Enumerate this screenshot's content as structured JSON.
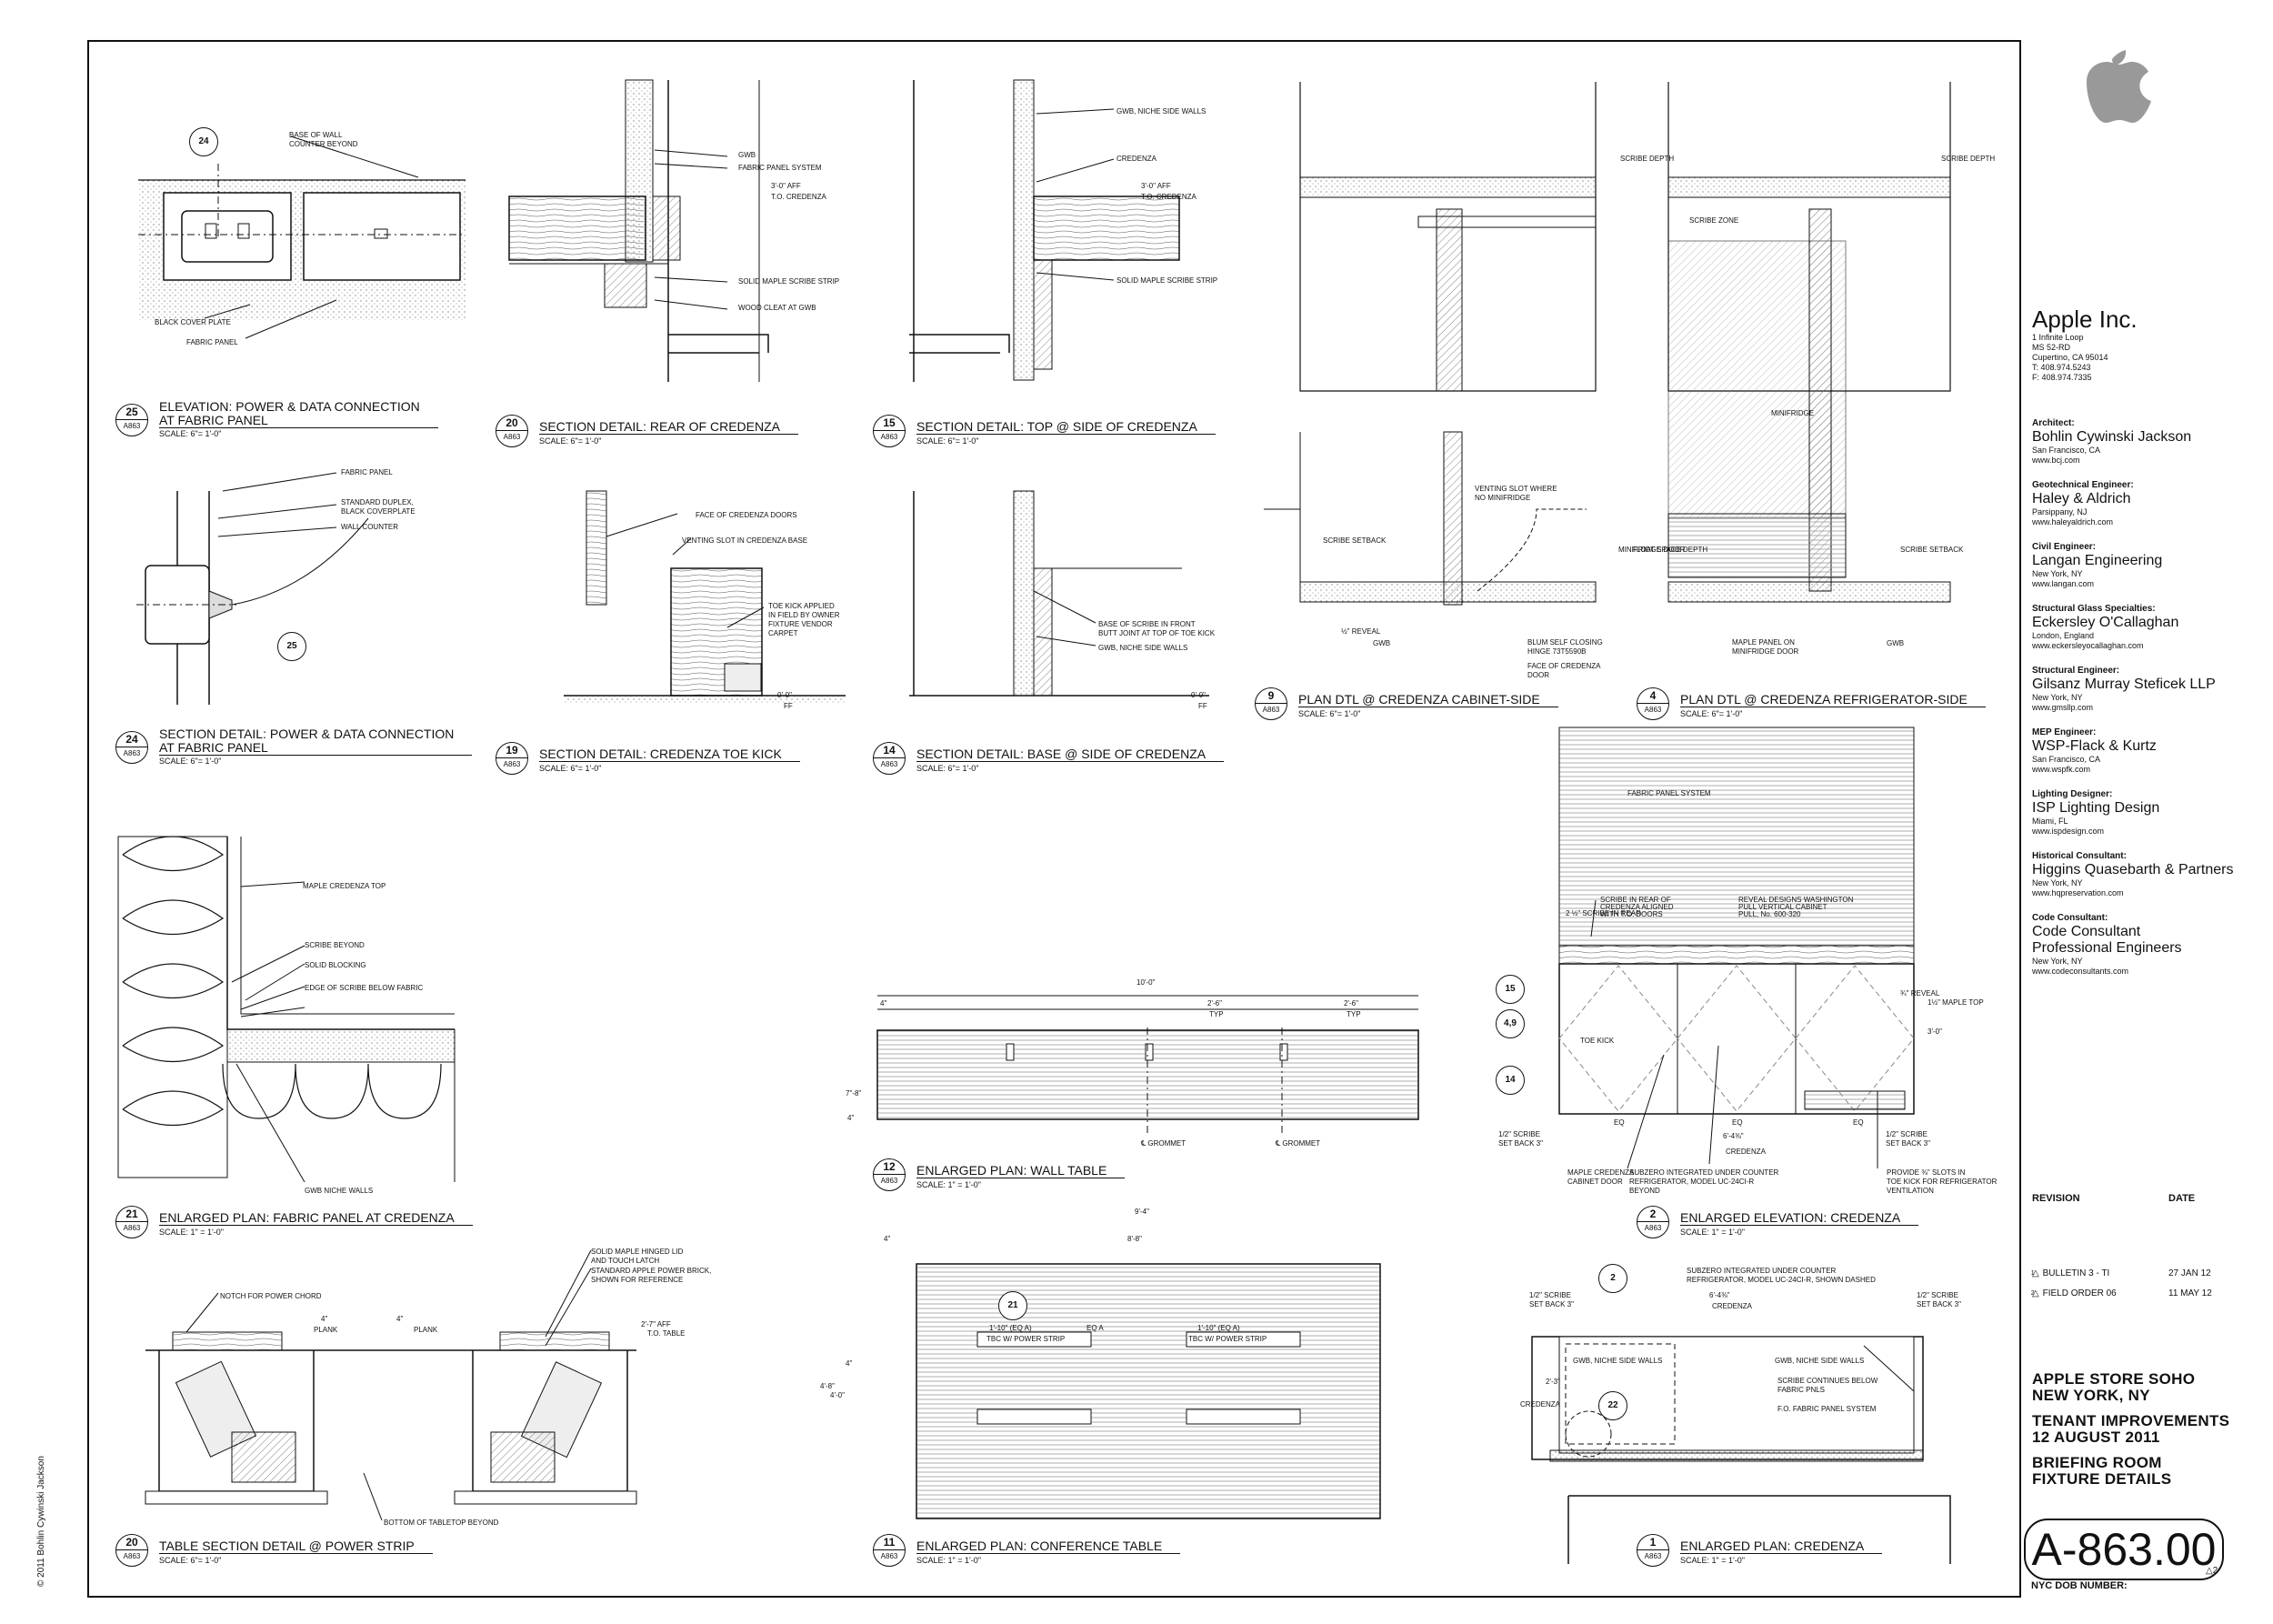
{
  "details": [
    {
      "num": "25",
      "sheet": "A863",
      "title": "ELEVATION: POWER & DATA CONNECTION",
      "title2": "AT FABRIC PANEL",
      "scale": "SCALE: 6\"= 1'-0\""
    },
    {
      "num": "20",
      "sheet": "A863",
      "title": "SECTION DETAIL: REAR OF CREDENZA",
      "title2": "",
      "scale": "SCALE: 6\"= 1'-0\""
    },
    {
      "num": "15",
      "sheet": "A863",
      "title": "SECTION DETAIL: TOP @ SIDE OF CREDENZA",
      "title2": "",
      "scale": "SCALE: 6\"= 1'-0\""
    },
    {
      "num": "24",
      "sheet": "A863",
      "title": "SECTION DETAIL: POWER & DATA CONNECTION",
      "title2": "AT FABRIC PANEL",
      "scale": "SCALE: 6\"= 1'-0\""
    },
    {
      "num": "19",
      "sheet": "A863",
      "title": "SECTION DETAIL: CREDENZA TOE KICK",
      "title2": "",
      "scale": "SCALE: 6\"= 1'-0\""
    },
    {
      "num": "14",
      "sheet": "A863",
      "title": "SECTION DETAIL: BASE @ SIDE OF CREDENZA",
      "title2": "",
      "scale": "SCALE: 6\"= 1'-0\""
    },
    {
      "num": "9",
      "sheet": "A863",
      "title": "PLAN DTL @ CREDENZA CABINET-SIDE",
      "title2": "",
      "scale": "SCALE: 6\"= 1'-0\""
    },
    {
      "num": "4",
      "sheet": "A863",
      "title": "PLAN DTL @ CREDENZA REFRIGERATOR-SIDE",
      "title2": "",
      "scale": "SCALE: 6\"= 1'-0\""
    },
    {
      "num": "21",
      "sheet": "A863",
      "title": "ENLARGED PLAN: FABRIC PANEL AT CREDENZA",
      "title2": "",
      "scale": "SCALE: 1\" = 1'-0\""
    },
    {
      "num": "12",
      "sheet": "A863",
      "title": "ENLARGED PLAN: WALL TABLE",
      "title2": "",
      "scale": "SCALE: 1\" = 1'-0\""
    },
    {
      "num": "2",
      "sheet": "A863",
      "title": "ENLARGED ELEVATION: CREDENZA",
      "title2": "",
      "scale": "SCALE: 1\" = 1'-0\""
    },
    {
      "num": "20",
      "sheet": "A863",
      "title": "TABLE SECTION DETAIL @ POWER STRIP",
      "title2": "",
      "scale": "SCALE: 6\"= 1'-0\""
    },
    {
      "num": "11",
      "sheet": "A863",
      "title": "ENLARGED PLAN: CONFERENCE TABLE",
      "title2": "",
      "scale": "SCALE: 1\" = 1'-0\""
    },
    {
      "num": "1",
      "sheet": "A863",
      "title": "ENLARGED PLAN: CREDENZA",
      "title2": "",
      "scale": "SCALE: 1\" = 1'-0\""
    }
  ],
  "notes": [
    "BASE OF WALL",
    "COUNTER BEYOND",
    "BLACK COVER PLATE",
    "FABRIC PANEL",
    "GWB",
    "FABRIC PANEL SYSTEM",
    "3'-0\" AFF",
    "T.O. CREDENZA",
    "SOLID MAPLE SCRIBE STRIP",
    "WOOD CLEAT AT GWB",
    "GWB, NICHE SIDE WALLS",
    "CREDENZA",
    "3'-0\" AFF",
    "T.O. CREDENZA",
    "SOLID MAPLE SCRIBE STRIP",
    "FABRIC PANEL",
    "STANDARD DUPLEX,",
    "BLACK COVERPLATE",
    "WALL COUNTER",
    "FACE OF CREDENZA DOORS",
    "VENTING SLOT IN CREDENZA BASE",
    "TOE KICK APPLIED",
    "IN FIELD BY OWNER",
    "FIXTURE VENDOR",
    "CARPET",
    "0'-0\"",
    "FF",
    "BASE OF SCRIBE IN FRONT",
    "BUTT JOINT AT TOP OF TOE KICK",
    "GWB, NICHE SIDE WALLS",
    "0'-0\"",
    "FF",
    "SCRIBE DEPTH",
    "VENTING SLOT WHERE",
    "NO MINIFRIDGE",
    "SCRIBE SETBACK",
    "½\" REVEAL",
    "GWB",
    "BLUM SELF CLOSING",
    "HINGE 73T5590B",
    "FACE OF CREDENZA",
    "DOOR",
    "SCRIBE ZONE",
    "SCRIBE DEPTH",
    "MINIFRIDGE",
    "MINIFRIDGE DOOR",
    "FLOAT SPACE DEPTH",
    "MAPLE PANEL ON",
    "MINIFRIDGE DOOR",
    "SCRIBE SETBACK",
    "GWB",
    "MAPLE CREDENZA TOP",
    "SCRIBE BEYOND",
    "SOLID BLOCKING",
    "EDGE OF SCRIBE BELOW FABRIC",
    "GWB NICHE WALLS",
    "10'-0\"",
    "4\"",
    "2'-6\"",
    "TYP",
    "2'-6\"",
    "TYP",
    "7\"-8\"",
    "4\"",
    "℄ GROMMET",
    "℄ GROMMET",
    "FABRIC PANEL SYSTEM",
    "SCRIBE IN REAR OF",
    "CREDENZA ALIGNED",
    "WITH T.O. DOORS",
    "REVEAL DESIGNS WASHINGTON",
    "PULL VERTICAL CABINET",
    "PULL, No. 600-320",
    "2 ½\" SCRIBE IN REAR",
    "¾\" REVEAL",
    "1½\" MAPLE TOP",
    "3'-0\"",
    "TOE KICK",
    "EQ",
    "EQ",
    "EQ",
    "6'-4⅜\"",
    "CREDENZA",
    "1/2\" SCRIBE",
    "SET BACK 3\"",
    "1/2\" SCRIBE",
    "SET BACK 3\"",
    "MAPLE CREDENZA",
    "CABINET DOOR",
    "SUBZERO INTEGRATED UNDER COUNTER",
    "REFRIGERATOR, MODEL UC-24CI-R",
    "BEYOND",
    "PROVIDE ⅜\" SLOTS IN",
    "TOE KICK FOR REFRIGERATOR",
    "VENTILATION",
    "NOTCH FOR POWER CHORD",
    "SOLID MAPLE HINGED LID",
    "AND TOUCH LATCH",
    "STANDARD APPLE POWER BRICK,",
    "SHOWN FOR REFERENCE",
    "4\"",
    "4\"",
    "PLANK",
    "PLANK",
    "2'-7\" AFF",
    "T.O. TABLE",
    "BOTTOM OF TABLETOP BEYOND",
    "9'-4\"",
    "8'-8\"",
    "4\"",
    "4'-8\"",
    "4'-0\"",
    "4\"",
    "1'-10\" (EQ A)",
    "TBC W/ POWER STRIP",
    "EQ A",
    "1'-10\" (EQ A)",
    "TBC W/ POWER STRIP",
    "SUBZERO INTEGRATED UNDER COUNTER",
    "REFRIGERATOR, MODEL UC-24CI-R, SHOWN DASHED",
    "1/2\" SCRIBE",
    "SET BACK 3\"",
    "6'-4⅜\"",
    "CREDENZA",
    "1/2\" SCRIBE",
    "SET BACK 3\"",
    "GWB, NICHE SIDE WALLS",
    "GWB, NICHE SIDE WALLS",
    "SCRIBE CONTINUES BELOW",
    "FABRIC PNLS",
    "F.O. FABRIC PANEL SYSTEM",
    "2'-3\"",
    "CREDENZA"
  ],
  "bubbles": [
    "24",
    "25",
    "21",
    "22",
    "2",
    "15",
    "4,9",
    "14"
  ],
  "title_block": {
    "company": "Apple Inc.",
    "company_lines": [
      "1 Infinite Loop",
      "MS 52-RD",
      "Cupertino, CA 95014",
      "T: 408.974.5243",
      "F: 408.974.7335"
    ],
    "consultants": [
      {
        "role": "Architect:",
        "name": "Bohlin Cywinski Jackson",
        "lines": [
          "San Francisco, CA",
          "www.bcj.com"
        ]
      },
      {
        "role": "Geotechnical Engineer:",
        "name": "Haley & Aldrich",
        "lines": [
          "Parsippany, NJ",
          "www.haleyaldrich.com"
        ]
      },
      {
        "role": "Civil Engineer:",
        "name": "Langan Engineering",
        "lines": [
          "New York, NY",
          "www.langan.com"
        ]
      },
      {
        "role": "Structural Glass Specialties:",
        "name": "Eckersley O'Callaghan",
        "lines": [
          "London, England",
          "www.eckersleyocallaghan.com"
        ]
      },
      {
        "role": "Structural Engineer:",
        "name": "Gilsanz Murray Steficek LLP",
        "lines": [
          "New York, NY",
          "www.gmsllp.com"
        ]
      },
      {
        "role": "MEP Engineer:",
        "name": "WSP-Flack & Kurtz",
        "lines": [
          "San Francisco, CA",
          "www.wspfk.com"
        ]
      },
      {
        "role": "Lighting Designer:",
        "name": "ISP Lighting Design",
        "lines": [
          "Miami, FL",
          "www.ispdesign.com"
        ]
      },
      {
        "role": "Historical Consultant:",
        "name": "Higgins Quasebarth & Partners",
        "lines": [
          "New York, NY",
          "www.hqpreservation.com"
        ]
      },
      {
        "role": "Code Consultant:",
        "name": "Code Consultant\nProfessional Engineers",
        "lines": [
          "New York, NY",
          "www.codeconsultants.com"
        ]
      }
    ],
    "revision_header": "REVISION",
    "date_header": "DATE",
    "revisions": [
      {
        "tag": "1",
        "label": "BULLETIN 3 - TI",
        "date": "27 JAN 12"
      },
      {
        "tag": "2",
        "label": "FIELD ORDER 06",
        "date": "11 MAY 12"
      }
    ],
    "project_name": "APPLE STORE SOHO",
    "project_city": "NEW YORK, NY",
    "project_phase": "TENANT IMPROVEMENTS",
    "project_date": "12 AUGUST 2011",
    "sheet_title_1": "BRIEFING ROOM",
    "sheet_title_2": "FIXTURE DETAILS",
    "sheet_number": "A-863.00",
    "dob_label": "NYC DOB NUMBER:",
    "corner_tag": "2",
    "copyright": "© 2011 Bohlin Cywinski Jackson"
  }
}
